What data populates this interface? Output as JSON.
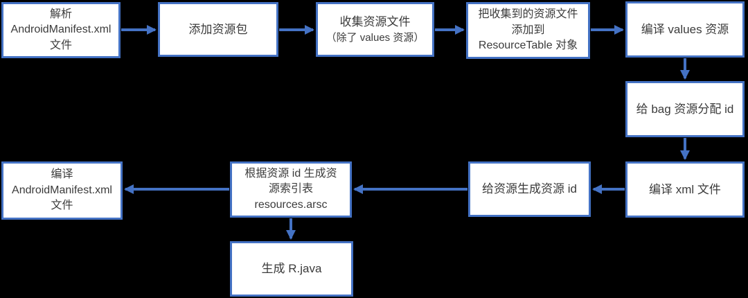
{
  "diagram": {
    "background": "#000000",
    "accent": "#4472C4",
    "box_fill": "#ffffff",
    "text_color": "#3b3b3b",
    "nodes": [
      {
        "id": "parse-manifest",
        "lines": [
          "解析",
          "AndroidManifest.xml",
          "文件"
        ]
      },
      {
        "id": "add-resource-package",
        "lines": [
          "添加资源包"
        ]
      },
      {
        "id": "collect-resource-files",
        "lines": [
          "收集资源文件",
          "（除了 values 资源）"
        ]
      },
      {
        "id": "add-to-resourcetable",
        "lines": [
          "把收集到的资源文件",
          "添加到",
          "ResourceTable 对象"
        ]
      },
      {
        "id": "compile-values",
        "lines": [
          "编译 values 资源"
        ]
      },
      {
        "id": "assign-bag-resource-id",
        "lines": [
          "给 bag 资源分配 id"
        ]
      },
      {
        "id": "compile-xml",
        "lines": [
          "编译 xml 文件"
        ]
      },
      {
        "id": "generate-resource-id",
        "lines": [
          "给资源生成资源 id"
        ]
      },
      {
        "id": "generate-resources-arsc",
        "lines": [
          "根据资源 id 生成资",
          "源索引表",
          "resources.arsc"
        ]
      },
      {
        "id": "compile-manifest",
        "lines": [
          "编译",
          "AndroidManifest.xml",
          "文件"
        ]
      },
      {
        "id": "generate-r-java",
        "lines": [
          "生成 R.java"
        ]
      }
    ],
    "edges": [
      {
        "from": "parse-manifest",
        "to": "add-resource-package"
      },
      {
        "from": "add-resource-package",
        "to": "collect-resource-files"
      },
      {
        "from": "collect-resource-files",
        "to": "add-to-resourcetable"
      },
      {
        "from": "add-to-resourcetable",
        "to": "compile-values"
      },
      {
        "from": "compile-values",
        "to": "assign-bag-resource-id"
      },
      {
        "from": "assign-bag-resource-id",
        "to": "compile-xml"
      },
      {
        "from": "compile-xml",
        "to": "generate-resource-id"
      },
      {
        "from": "generate-resource-id",
        "to": "generate-resources-arsc"
      },
      {
        "from": "generate-resources-arsc",
        "to": "compile-manifest"
      },
      {
        "from": "generate-resources-arsc",
        "to": "generate-r-java"
      }
    ]
  }
}
